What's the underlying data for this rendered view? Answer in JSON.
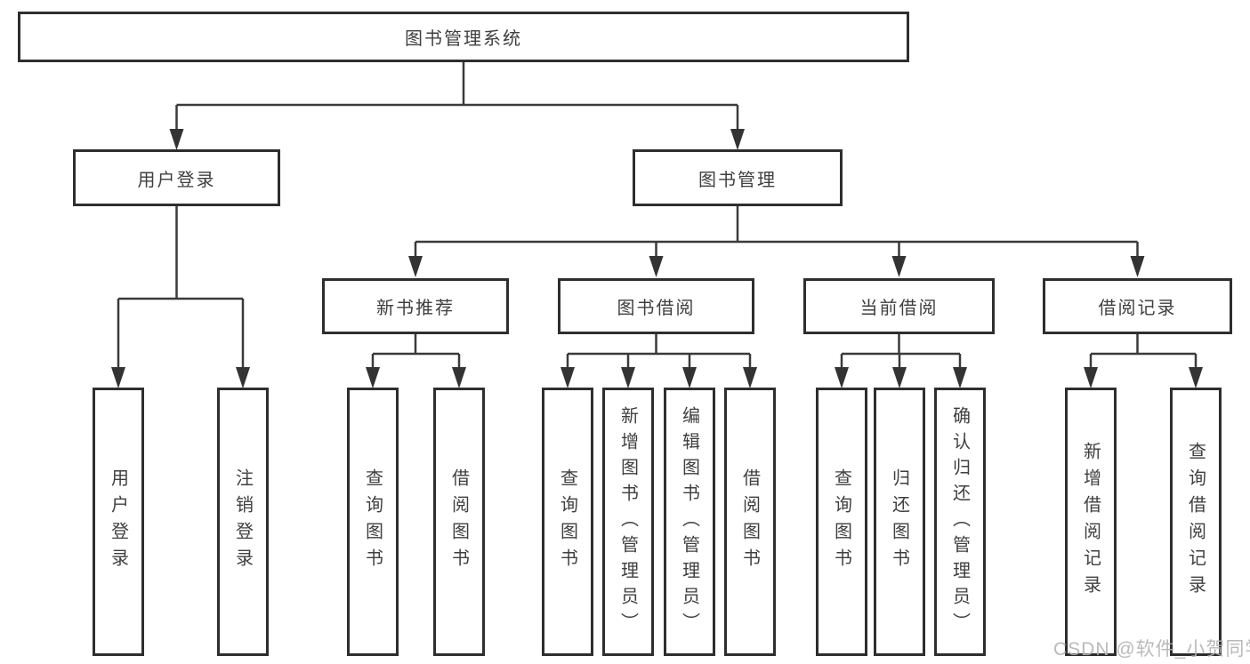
{
  "colors": {
    "line": "#3a3a3a",
    "box_border": "#2e2e2e",
    "text": "#3f3f3f",
    "watermark_text": "#b3b3b3",
    "background": "#ffffff"
  },
  "watermark": {
    "text": "CSDN @软件_小贺同学"
  },
  "tree": {
    "root": {
      "label": "图书管理系统"
    },
    "branches": [
      {
        "label": "用户登录",
        "children": [
          {
            "label": "用户登录"
          },
          {
            "label": "注销登录"
          }
        ]
      },
      {
        "label": "图书管理",
        "children": [
          {
            "label": "新书推荐",
            "children": [
              {
                "label": "查询图书"
              },
              {
                "label": "借阅图书"
              }
            ]
          },
          {
            "label": "图书借阅",
            "children": [
              {
                "label": "查询图书"
              },
              {
                "label": "新增图书（管理员）"
              },
              {
                "label": "编辑图书（管理员）"
              },
              {
                "label": "借阅图书"
              }
            ]
          },
          {
            "label": "当前借阅",
            "children": [
              {
                "label": "查询图书"
              },
              {
                "label": "归还图书"
              },
              {
                "label": "确认归还（管理员）"
              }
            ]
          },
          {
            "label": "借阅记录",
            "children": [
              {
                "label": "新增借阅记录"
              },
              {
                "label": "查询借阅记录"
              }
            ]
          }
        ]
      }
    ]
  }
}
